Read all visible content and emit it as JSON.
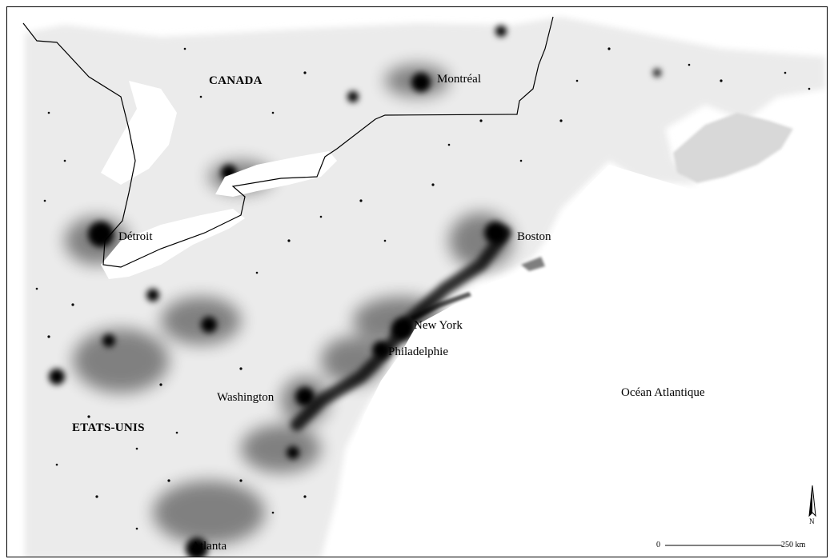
{
  "map": {
    "countries": {
      "canada": "CANADA",
      "usa": "ETATS-UNIS"
    },
    "ocean": "Océan Atlantique",
    "cities": {
      "montreal": "Montréal",
      "detroit": "Détroit",
      "boston": "Boston",
      "new_york": "New York",
      "philadelphia": "Philadelphie",
      "washington": "Washington",
      "atlanta": "Atlanta"
    },
    "scale": {
      "start": "0",
      "end": "250 km"
    },
    "colors": {
      "density": "#000000",
      "background": "#ffffff",
      "border": "#000000"
    }
  }
}
